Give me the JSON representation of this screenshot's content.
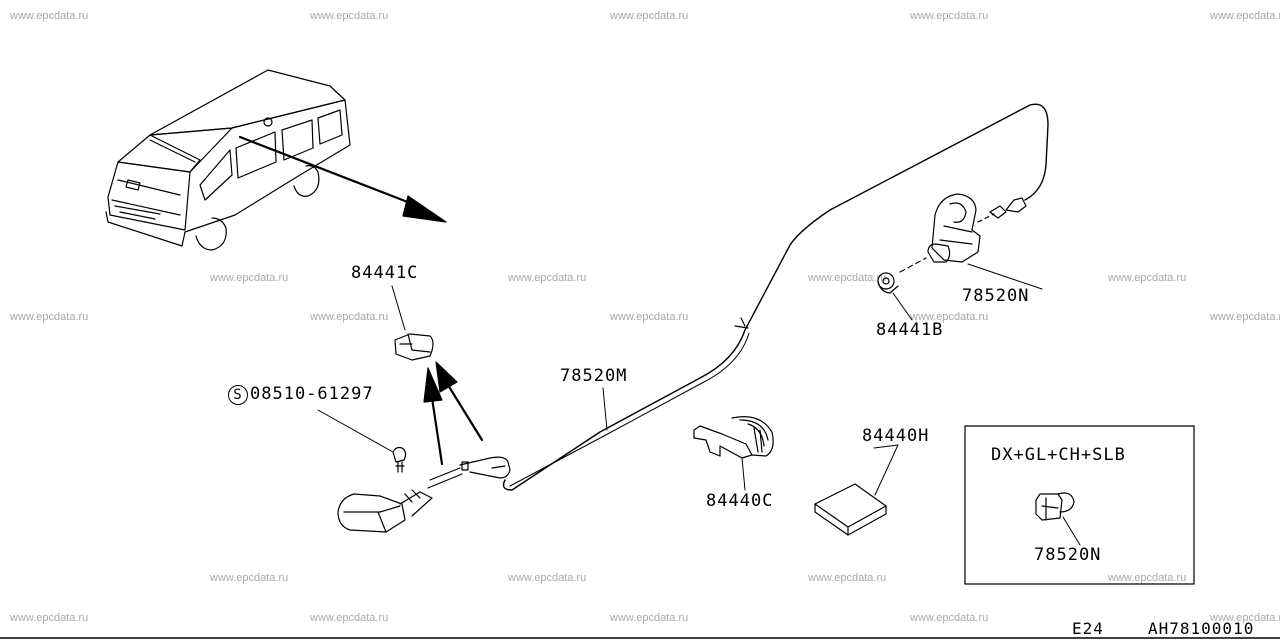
{
  "watermark": "www.epcdata.ru",
  "labels": {
    "part_84441C": "84441C",
    "part_08510": "08510-61297",
    "part_08510_badge": "S",
    "part_78520M": "78520M",
    "part_78520N": "78520N",
    "part_84441B": "84441B",
    "part_84440H": "84440H",
    "part_84440C": "84440C",
    "variant_title": "DX+GL+CH+SLB",
    "variant_part": "78520N"
  },
  "footer": {
    "section": "E24",
    "drawing_number": "AH78100010"
  }
}
